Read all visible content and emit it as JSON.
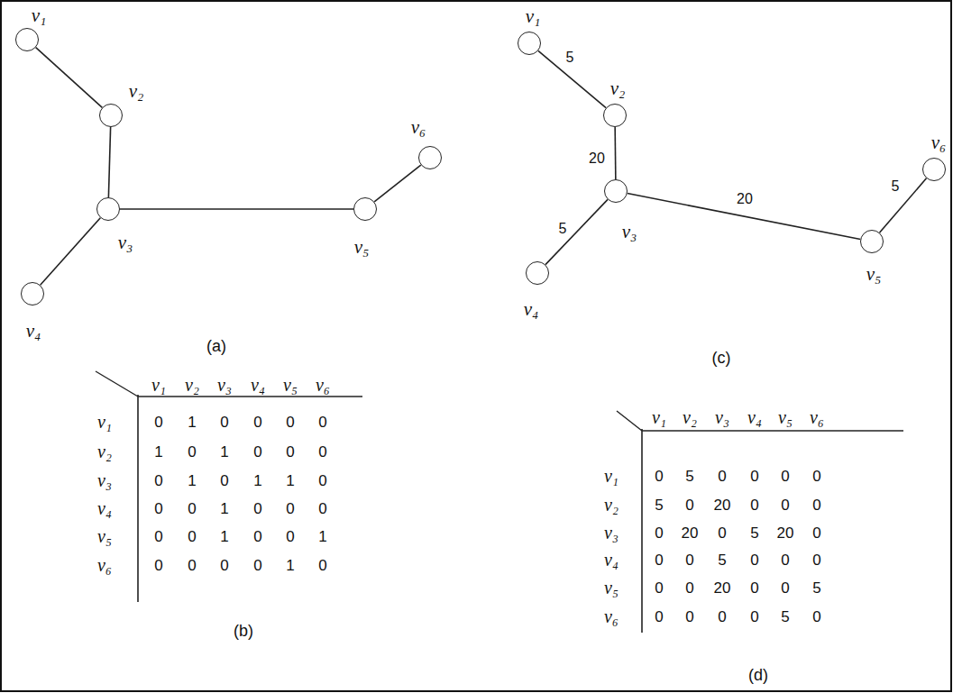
{
  "diagram": {
    "nodes": [
      {
        "text": [
          "v₁"
        ]
      },
      {
        "text": [
          "v₂"
        ]
      },
      {
        "text": [
          "v₃"
        ]
      },
      {
        "text": [
          "v₄"
        ]
      },
      {
        "text": [
          "v₅"
        ]
      },
      {
        "text": [
          "v₆"
        ]
      },
      {
        "text": [
          "v₁"
        ]
      },
      {
        "text": [
          "v₂"
        ]
      },
      {
        "text": [
          "v₃"
        ]
      },
      {
        "text": [
          "v₄"
        ]
      },
      {
        "text": [
          "v₅"
        ]
      },
      {
        "text": [
          "v₆"
        ]
      }
    ],
    "edges": [
      {
        "from": 0,
        "to": 1,
        "arrow": "none"
      },
      {
        "from": 1,
        "to": 2,
        "arrow": "none"
      },
      {
        "from": 2,
        "to": 3,
        "arrow": "none"
      },
      {
        "from": 2,
        "to": 4,
        "arrow": "none"
      },
      {
        "from": 4,
        "to": 5,
        "arrow": "none"
      },
      {
        "from": 6,
        "to": 7,
        "arrow": "none",
        "label": "5"
      },
      {
        "from": 7,
        "to": 8,
        "arrow": "none",
        "label": "20"
      },
      {
        "from": 8,
        "to": 9,
        "arrow": "none",
        "label": "5"
      },
      {
        "from": 8,
        "to": 10,
        "arrow": "none",
        "label": "20"
      },
      {
        "from": 10,
        "to": 11,
        "arrow": "none",
        "label": "5"
      }
    ],
    "labels": [
      "(a)",
      "v₁",
      "v₂",
      "v₃",
      "v₄",
      "v₅",
      "v₆",
      "v₁",
      "0",
      "1",
      "0",
      "0",
      "0",
      "0",
      "v₂",
      "1",
      "0",
      "1",
      "0",
      "0",
      "0",
      "v₃",
      "0",
      "1",
      "0",
      "1",
      "1",
      "0",
      "v₄",
      "0",
      "0",
      "1",
      "0",
      "0",
      "0",
      "v₅",
      "0",
      "0",
      "1",
      "0",
      "0",
      "1",
      "v₆",
      "0",
      "0",
      "0",
      "0",
      "1",
      "0",
      "(b)",
      "(c)",
      "v₁",
      "v₂",
      "v₃",
      "v₄",
      "v₅",
      "v₆",
      "v₁",
      "0",
      "5",
      "0",
      "0",
      "0",
      "0",
      "v₂",
      "5",
      "0",
      "20",
      "0",
      "0",
      "0",
      "v₃",
      "0",
      "20",
      "0",
      "5",
      "20",
      "0",
      "v₄",
      "0",
      "0",
      "5",
      "0",
      "0",
      "0",
      "v₅",
      "0",
      "0",
      "20",
      "0",
      "0",
      "5",
      "v₆",
      "0",
      "0",
      "0",
      "0",
      "5",
      "0",
      "(d)"
    ]
  }
}
